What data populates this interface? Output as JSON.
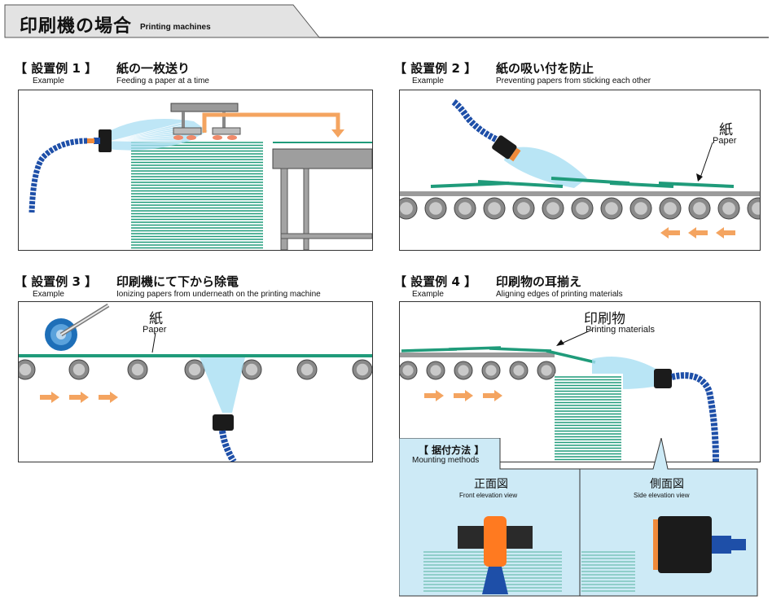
{
  "page": {
    "title_jp": "印刷機の場合",
    "title_en": "Printing machines"
  },
  "examples": [
    {
      "label_jp": "【 設置例 1 】",
      "label_en": "Example",
      "title_jp": "紙の一枚送り",
      "title_en": "Feeding a paper at a time"
    },
    {
      "label_jp": "【 設置例 2 】",
      "label_en": "Example",
      "title_jp": "紙の吸い付を防止",
      "title_en": "Preventing papers from sticking each other",
      "callout_jp": "紙",
      "callout_en": "Paper"
    },
    {
      "label_jp": "【 設置例 3 】",
      "label_en": "Example",
      "title_jp": "印刷機にて下から除電",
      "title_en": "Ionizing papers from underneath on the printing machine",
      "callout_jp": "紙",
      "callout_en": "Paper"
    },
    {
      "label_jp": "【 設置例 4 】",
      "label_en": "Example",
      "title_jp": "印刷物の耳揃え",
      "title_en": "Aligning edges of printing materials",
      "callout_jp": "印刷物",
      "callout_en": "Printing materials"
    }
  ],
  "mounting": {
    "title_jp": "【 据付方法 】",
    "title_en": "Mounting methods",
    "front_jp": "正面図",
    "front_en": "Front elevation view",
    "side_jp": "側面図",
    "side_en": "Side elevation view"
  },
  "colors": {
    "paper_green": "#1f9b7a",
    "arrow_orange": "#f4a460",
    "hose_blue": "#1e4fa8",
    "ion_blue": "#7fd0ee",
    "panel_bg_light": "#cdeaf6",
    "header_gray": "#e3e3e3"
  }
}
